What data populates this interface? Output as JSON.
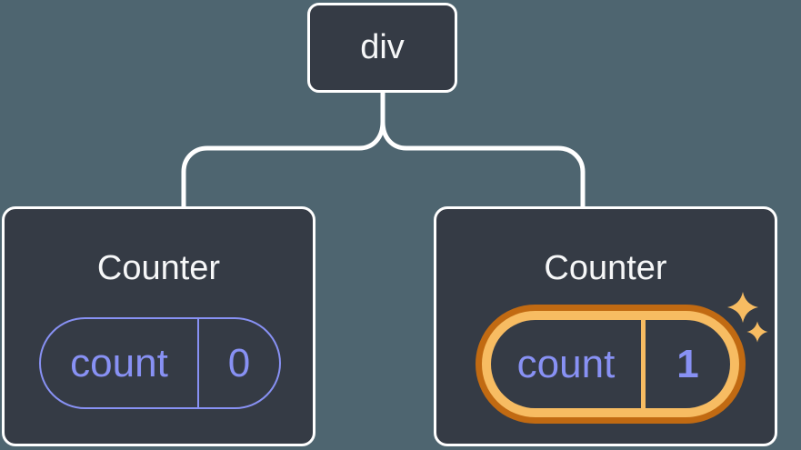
{
  "figure": {
    "description": "Component tree diagram: a div root with two Counter children holding count state",
    "root_node": {
      "label": "div"
    },
    "children": [
      {
        "title": "Counter",
        "state_key": "count",
        "state_value": "0",
        "highlighted": false
      },
      {
        "title": "Counter",
        "state_key": "count",
        "state_value": "1",
        "highlighted": true,
        "sparkles": true
      }
    ]
  },
  "colors": {
    "background": "#4E6570",
    "node_fill": "#353B45",
    "node_border": "#FFFFFF",
    "connector": "#FFFFFF",
    "state_accent": "#8891F4",
    "highlight_amber": "#F7BC62",
    "highlight_orange": "#C16A12",
    "title_text": "#F6F7F8"
  }
}
